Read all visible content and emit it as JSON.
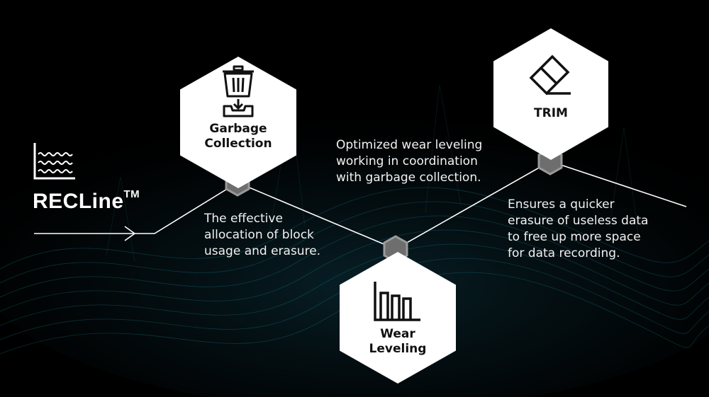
{
  "brand": {
    "name": "RECLine",
    "trademark": "TM",
    "icon": "recording-waves-icon"
  },
  "nodes": {
    "garbage_collection": {
      "label": "Garbage\nCollection",
      "icon": "trash-bin-icon",
      "description": "The effective allocation of block usage and erasure."
    },
    "wear_leveling": {
      "label": "Wear\nLeveling",
      "icon": "wear-leveling-bars-icon",
      "description": "Optimized wear leveling working in coordination with garbage collection."
    },
    "trim": {
      "label": "TRIM",
      "icon": "eraser-icon",
      "description": "Ensures a quicker erasure of useless data to free up more space for data recording."
    }
  },
  "colors": {
    "background": "#000000",
    "hex_fill": "#ffffff",
    "connector": "#ffffff",
    "node_marker": "#8c8c8c",
    "wave_accent": "#1fa3b8"
  }
}
